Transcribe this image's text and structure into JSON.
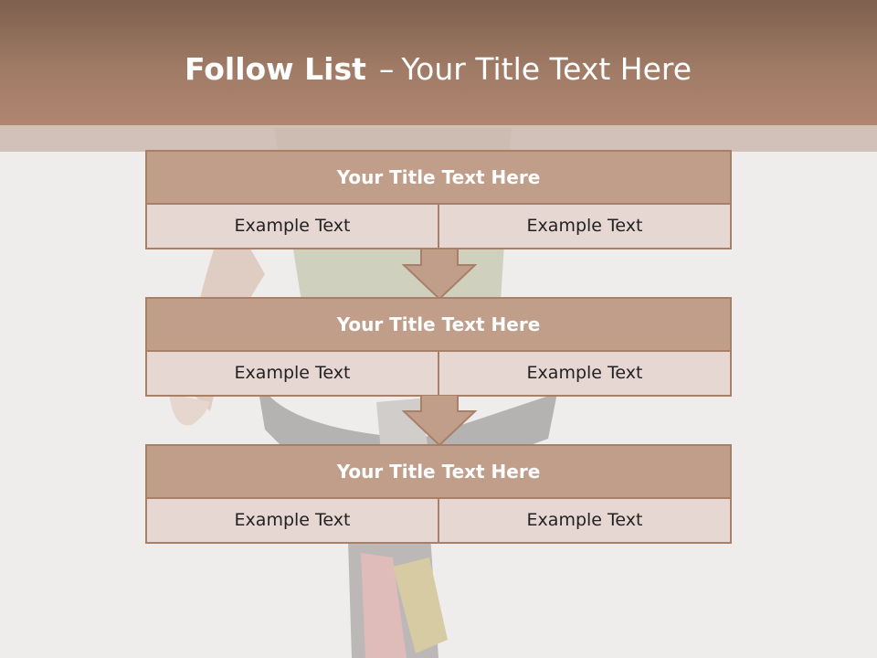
{
  "slide": {
    "title_bold": "Follow List",
    "title_dash": "–",
    "title_rest": "Your Title Text Here"
  },
  "steps": [
    {
      "title": "Your Title Text Here",
      "left": "Example Text",
      "right": "Example Text"
    },
    {
      "title": "Your Title Text Here",
      "left": "Example Text",
      "right": "Example Text"
    },
    {
      "title": "Your Title Text Here",
      "left": "Example Text",
      "right": "Example Text"
    }
  ],
  "colors": {
    "header": "#a07b66",
    "box_title": "#c09e8a",
    "box_cell": "#e6d7d2",
    "border": "#a97f68"
  }
}
